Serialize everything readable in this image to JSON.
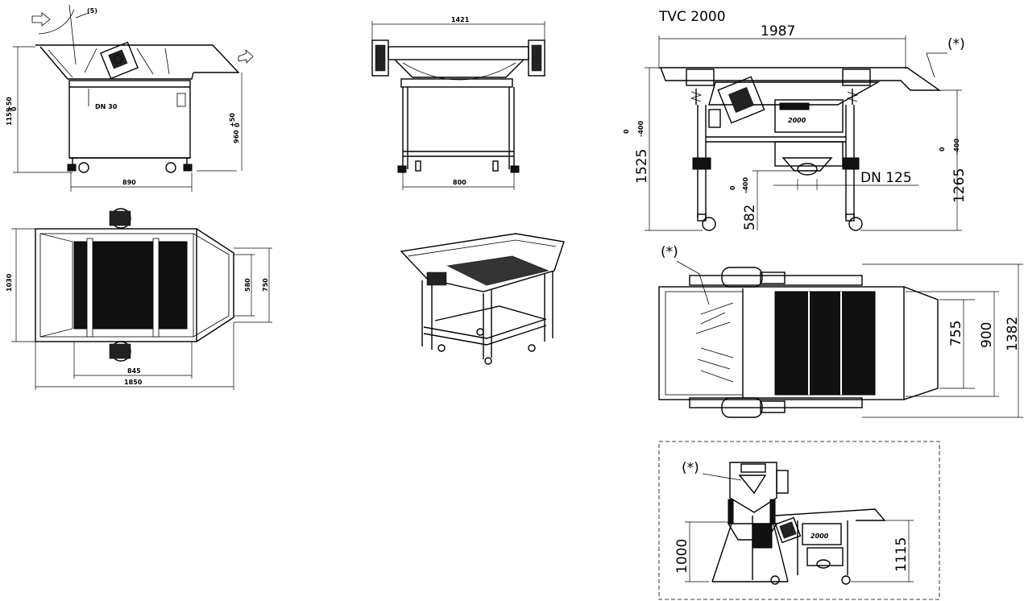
{
  "left_front": {
    "dia": "DN 30",
    "height": "1155",
    "height_tol_top": "+50",
    "height_tol_bot": "0",
    "inner": "960",
    "inner_tol_top": "+50",
    "inner_tol_bot": "0",
    "width": "890"
  },
  "left_plan": {
    "depth": "1030",
    "outlet_inner": "580",
    "outlet_outer": "750",
    "mid_width": "845",
    "total": "1850"
  },
  "mid_end": {
    "width": "1421",
    "base": "800"
  },
  "right_title": "TVC 2000",
  "right_side": {
    "length": "1987",
    "asterisk": "(*)",
    "h_total": "1525",
    "h_total_tol_top": "0",
    "h_total_tol_bot": "-400",
    "h_outlet": "582",
    "h_outlet_tol_top": "0",
    "h_outlet_tol_bot": "-400",
    "dn": "DN 125",
    "h_discharge": "1265",
    "h_discharge_tol_top": "0",
    "h_discharge_tol_bot": "-400"
  },
  "right_plan": {
    "asterisk": "(*)",
    "w1": "755",
    "w2": "900",
    "w3": "1382"
  },
  "right_combo": {
    "asterisk": "(*)",
    "h1": "1000",
    "h2": "1115"
  }
}
